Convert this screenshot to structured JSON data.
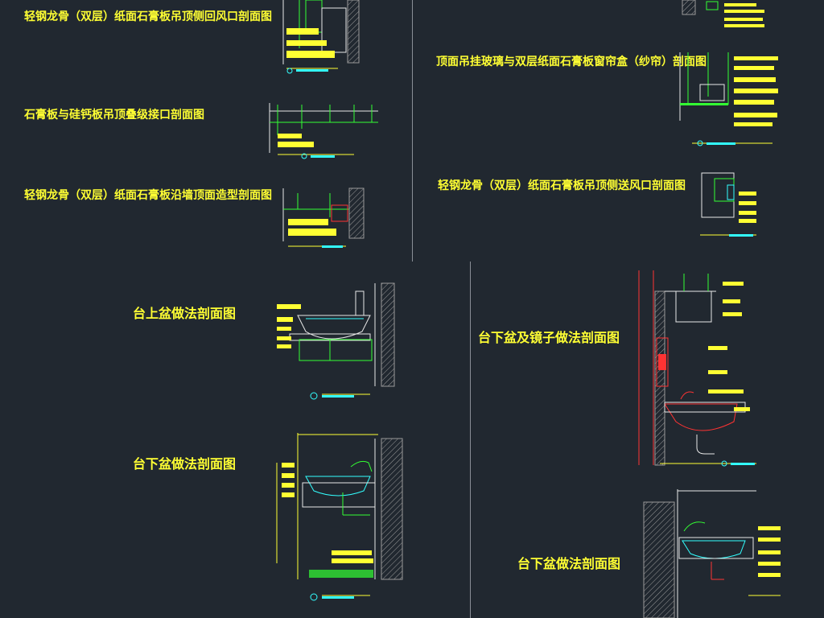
{
  "titles": {
    "t1": "轻钢龙骨（双层）纸面石膏板吊顶侧回风口剖面图",
    "t2": "石膏板与硅钙板吊顶叠级接口剖面图",
    "t3": "轻钢龙骨（双层）纸面石膏板沿墙顶面造型剖面图",
    "t4": "顶面吊挂玻璃与双层纸面石膏板窗帘盒（纱帘）剖面图",
    "t5": "轻钢龙骨（双层）纸面石膏板吊顶侧送风口剖面图",
    "t6": "台上盆做法剖面图",
    "t7": "台下盆做法剖面图",
    "t8": "台下盆及镜子做法剖面图",
    "t9": "台下盆做法剖面图"
  },
  "colors": {
    "background": "#212830",
    "title": "#ffff33",
    "line_white": "#e8e8e8",
    "line_green": "#33ff33",
    "line_red": "#ff3333",
    "line_yellow": "#ffff33",
    "line_cyan": "#33ffff",
    "divider": "#8a8f96"
  }
}
